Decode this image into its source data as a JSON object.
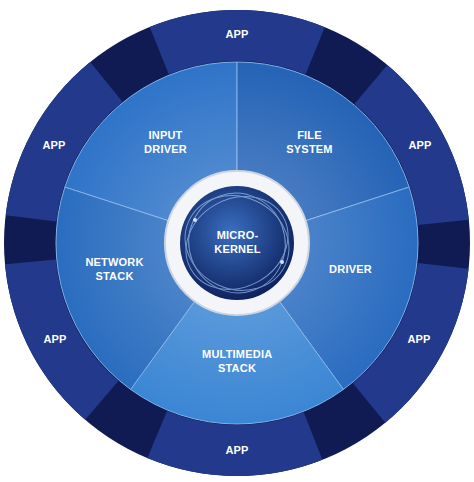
{
  "diagram": {
    "nodes": [
      {
        "text": [
          "APP"
        ]
      },
      {
        "text": [
          "APP"
        ]
      },
      {
        "text": [
          "APP"
        ]
      },
      {
        "text": [
          "APP"
        ]
      },
      {
        "text": [
          "APP"
        ]
      },
      {
        "text": [
          "APP"
        ]
      },
      {
        "text": [
          "INPUT DRIVER"
        ]
      },
      {
        "text": [
          "FILE SYSTEM"
        ]
      },
      {
        "text": [
          "DRIVER"
        ]
      },
      {
        "text": [
          "MULTIMEDIA STACK"
        ]
      },
      {
        "text": [
          "NETWORK STACK"
        ]
      },
      {
        "text": [
          "MICRO- KERNEL"
        ]
      }
    ]
  }
}
